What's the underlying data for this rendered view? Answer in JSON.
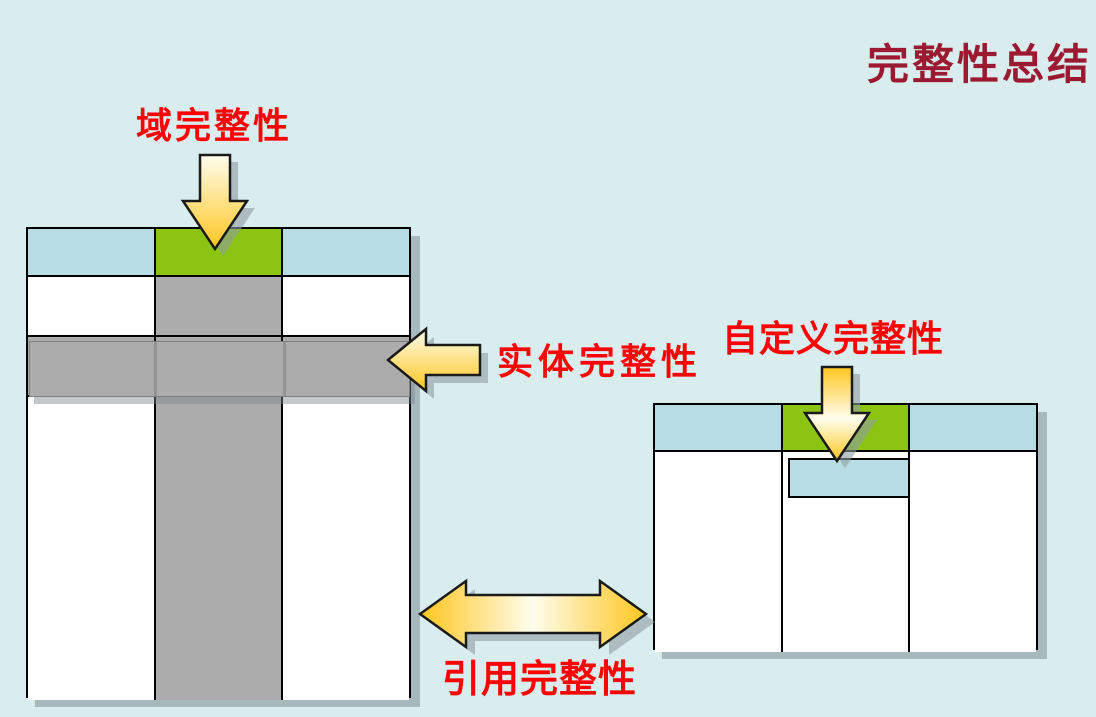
{
  "slide": {
    "title": "完整性总结"
  },
  "labels": {
    "domain_integrity": "域完整性",
    "entity_integrity": "实体完整性",
    "user_defined_integrity": "自定义完整性",
    "referential_integrity": "引用完整性"
  },
  "icons": {
    "domain_arrow": "down-arrow pointing at green key column header of left table",
    "entity_arrow": "left-arrow pointing at gray highlighted row of left table",
    "user_defined_arrow": "down-arrow pointing at green column header of right table",
    "referential_arrow": "double-headed horizontal arrow linking left and right tables"
  },
  "left_table": {
    "columns": 3,
    "header_cells": [
      "blue",
      "green",
      "blue"
    ],
    "row2_cells": [
      "white",
      "gray",
      "white"
    ],
    "highlight_row_cells": [
      "gray",
      "gray",
      "gray"
    ],
    "body_cells": [
      "white",
      "gray",
      "white"
    ]
  },
  "right_table": {
    "columns": 3,
    "header_cells": [
      "blue",
      "green",
      "blue"
    ],
    "body_cells": [
      "white",
      "white",
      "white"
    ],
    "inner_box": "blue"
  },
  "colors": {
    "background": "#D9ECEE",
    "title_red": "#9C1A31",
    "label_red": "#FF0000",
    "cell_blue": "#B8DCE3",
    "cell_green": "#8CC413",
    "cell_gray": "#ACACAC",
    "table_border": "#000000",
    "arrow_gold": "#FFC61E",
    "arrow_cream": "#FFFDEE",
    "arrow_outline": "#1A1A1A",
    "shadow_gray": "#8FA0A5"
  }
}
